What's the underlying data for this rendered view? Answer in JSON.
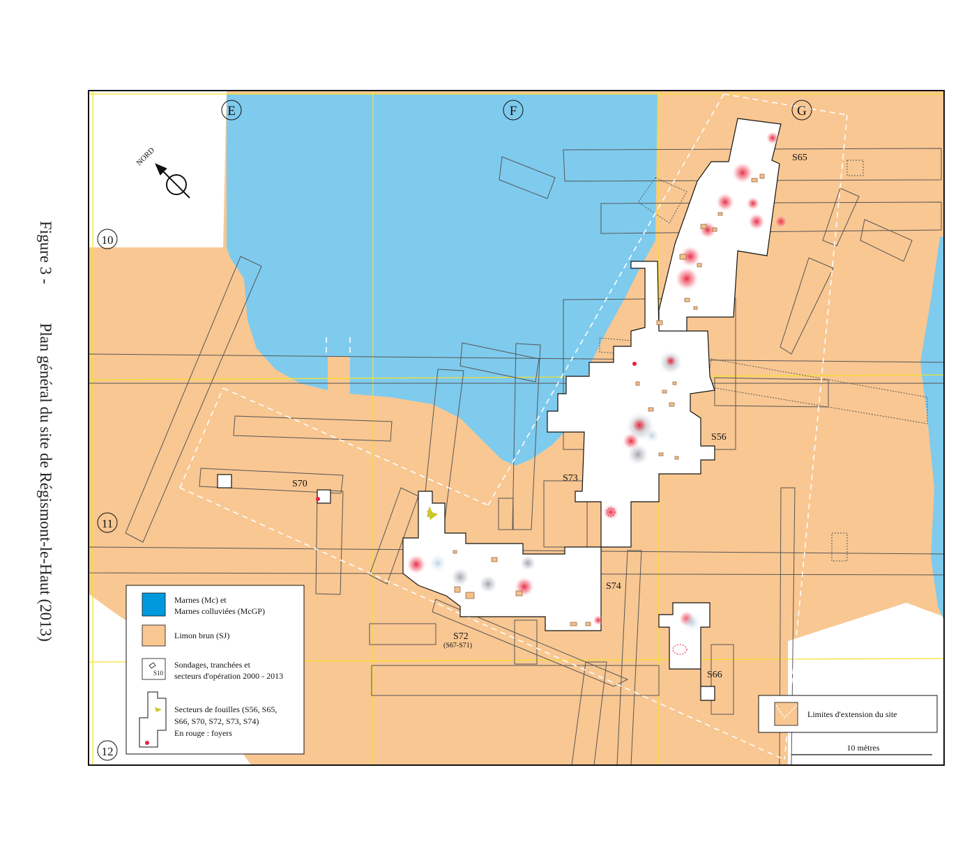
{
  "caption": {
    "figure_number": "Figure 3 -",
    "title": "Plan général du site de Régismont-le-Haut (2013)"
  },
  "map": {
    "north_label": "NORD",
    "grid_columns": [
      "E",
      "F",
      "G"
    ],
    "grid_rows": [
      "10",
      "11",
      "12"
    ],
    "sector_labels": {
      "s65": "S65",
      "s56": "S56",
      "s73": "S73",
      "s70": "S70",
      "s74": "S74",
      "s72": "S72",
      "s72_sub": "(S67-S71)",
      "s66": "S66"
    },
    "scale_label": "10 mètres",
    "colors": {
      "marnes": "#7ecbee",
      "limon": "#f9c792",
      "foyer": "#e8203c",
      "grid": "#f3e12c",
      "extension_limit": "#ffffff"
    }
  },
  "legend": {
    "marnes_line1": "Marnes (Mc) et",
    "marnes_line2": "Marnes colluviées (McGP)",
    "limon": "Limon brun (SJ)",
    "sondages_icon_label": "S10",
    "sondages_line1": "Sondages, tranchées et",
    "sondages_line2": "secteurs d'opération 2000 - 2013",
    "secteurs_line1": "Secteurs de fouilles (S56, S65,",
    "secteurs_line2": "S66, S70, S72, S73, S74)",
    "secteurs_line3": "En rouge : foyers"
  },
  "extension_legend": {
    "label": "Limites d'extension du site"
  }
}
